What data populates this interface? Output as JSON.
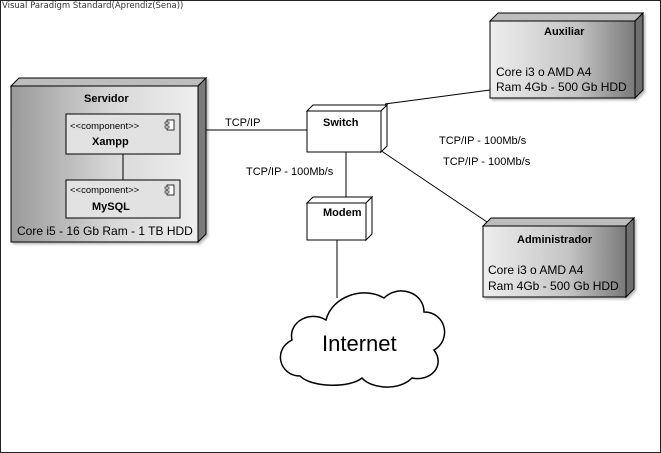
{
  "watermark": "Visual Paradigm Standard(Aprendiz(Sena))",
  "nodes": {
    "servidor": {
      "title": "Servidor",
      "spec": "Core i5 - 16 Gb Ram - 1 TB HDD",
      "components": [
        {
          "stereotype": "<<component>>",
          "name": "Xampp"
        },
        {
          "stereotype": "<<component>>",
          "name": "MySQL"
        }
      ]
    },
    "switch": {
      "title": "Switch"
    },
    "modem": {
      "title": "Modem"
    },
    "auxiliar": {
      "title": "Auxiliar",
      "spec_line1": "Core i3 o AMD A4",
      "spec_line2": "Ram 4Gb - 500 Gb HDD"
    },
    "administrador": {
      "title": "Administrador",
      "spec_line1": "Core i3 o AMD A4",
      "spec_line2": "Ram 4Gb - 500 Gb HDD"
    }
  },
  "cloud": {
    "label": "Internet"
  },
  "edges": {
    "servidor_switch": "TCP/IP",
    "switch_modem": "TCP/IP - 100Mb/s",
    "switch_auxiliar": "TCP/IP - 100Mb/s",
    "switch_admin": "TCP/IP - 100Mb/s"
  },
  "colors": {
    "node_dark": "#8a8a8a",
    "node_light": "#e6e6e6",
    "line": "#000000"
  }
}
